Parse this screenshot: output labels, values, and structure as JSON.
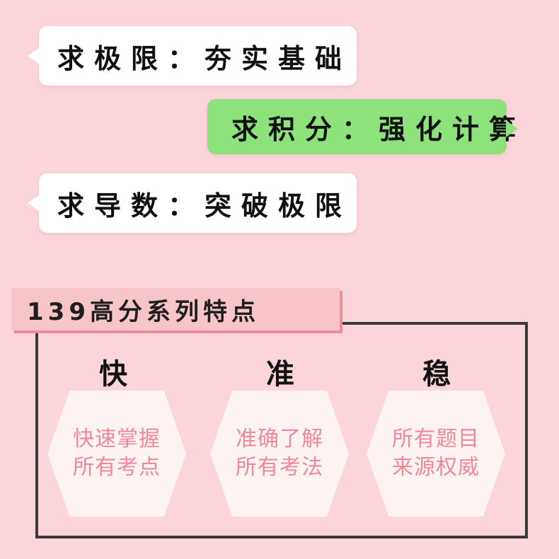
{
  "bubbles": [
    {
      "text": "求极限：夯实基础",
      "style": "white"
    },
    {
      "text": "求积分：强化计算",
      "style": "green"
    },
    {
      "text": "求导数：突破极限",
      "style": "white"
    }
  ],
  "features": {
    "banner": "139高分系列特点",
    "columns": [
      {
        "title": "快",
        "line1": "快速掌握",
        "line2": "所有考点"
      },
      {
        "title": "准",
        "line1": "准确了解",
        "line2": "所有考法"
      },
      {
        "title": "稳",
        "line1": "所有题目",
        "line2": "来源权威"
      }
    ]
  },
  "colors": {
    "background": "#fcd5da",
    "bubble_white": "#ffffff",
    "bubble_green": "#8ee27c",
    "banner": "#f7c4c9",
    "hex_fill": "#fdf3f3",
    "hex_text": "#ef8a95",
    "frame": "#3a3a3a"
  }
}
